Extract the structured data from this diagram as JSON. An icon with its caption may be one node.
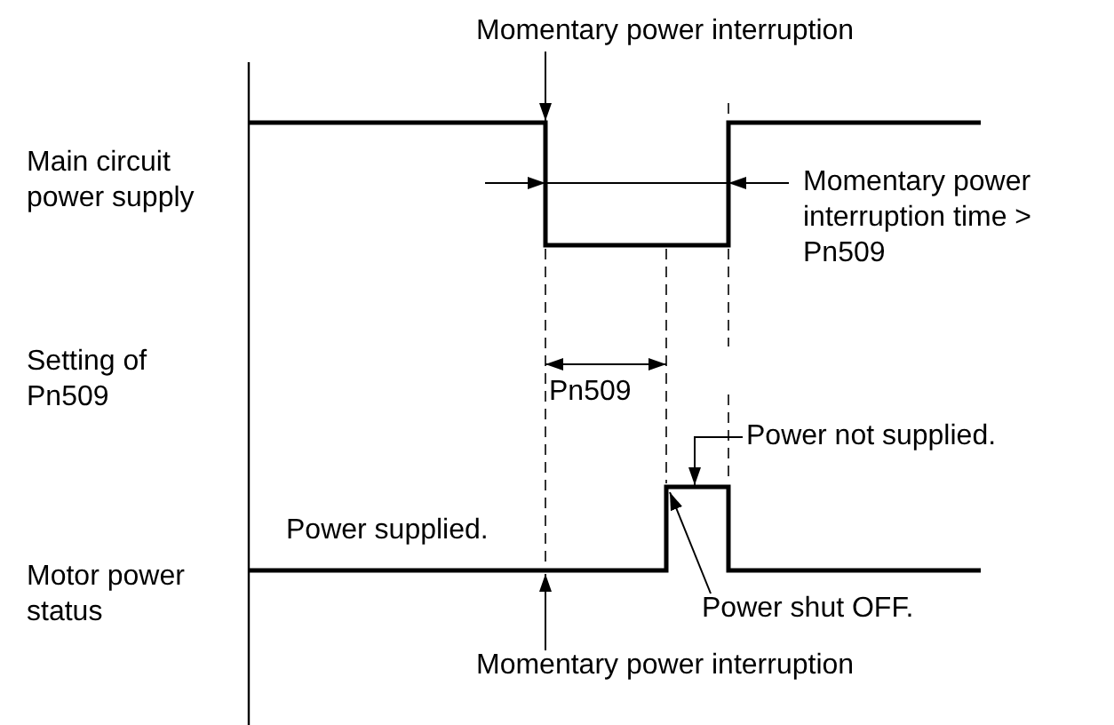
{
  "diagram": {
    "nodes": [
      {
        "text": [
          "Momentary power interruption"
        ]
      },
      {
        "text": [
          "Power not supplied."
        ]
      },
      {
        "text": [
          "Power shut OFF."
        ]
      },
      {
        "text": [
          "Momentary power interruption"
        ]
      }
    ],
    "edges": [
      {
        "from": 0,
        "to": null,
        "arrow": "to"
      },
      {
        "from": 1,
        "to": null,
        "arrow": "to"
      },
      {
        "from": 2,
        "to": null,
        "arrow": "to"
      },
      {
        "from": 3,
        "to": null,
        "arrow": "to"
      }
    ],
    "labels": [
      "Main circuit power supply",
      "Momentary power interruption time > Pn509",
      "Setting of Pn509",
      "Pn509",
      "Power supplied.",
      "Motor power status"
    ]
  }
}
